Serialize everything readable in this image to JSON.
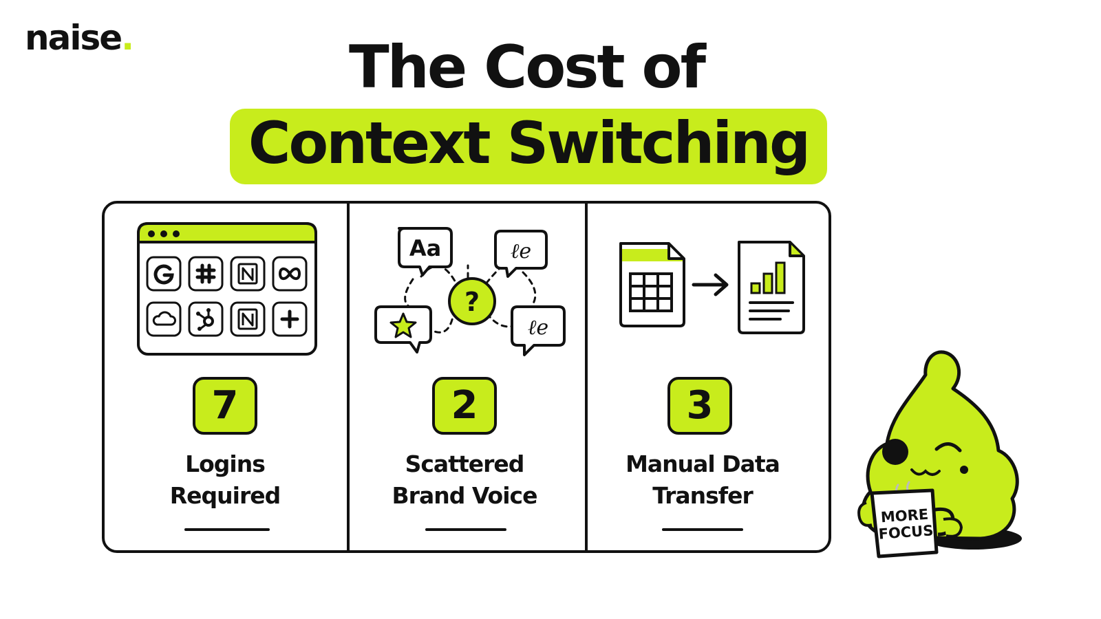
{
  "brand": {
    "name": "naise",
    "dot": ".",
    "accent": "#c8ec1c"
  },
  "title": {
    "line1": "The Cost of",
    "line2": "Context Switching"
  },
  "cards": [
    {
      "number": "7",
      "label_line1": "Logins",
      "label_line2": "Required",
      "icons": [
        "google-icon",
        "slack-icon",
        "notion-icon",
        "meta-icon",
        "cloud-icon",
        "hubspot-icon",
        "notion-icon",
        "plus-icon"
      ]
    },
    {
      "number": "2",
      "label_line1": "Scattered",
      "label_line2": "Brand Voice",
      "bubbles": {
        "font_sample": "Aa",
        "script_sample": "ℓe",
        "question": "?"
      }
    },
    {
      "number": "3",
      "label_line1": "Manual Data",
      "label_line2": "Transfer"
    }
  ],
  "mascot": {
    "mug_line1": "MORE",
    "mug_line2": "FOCUS"
  }
}
